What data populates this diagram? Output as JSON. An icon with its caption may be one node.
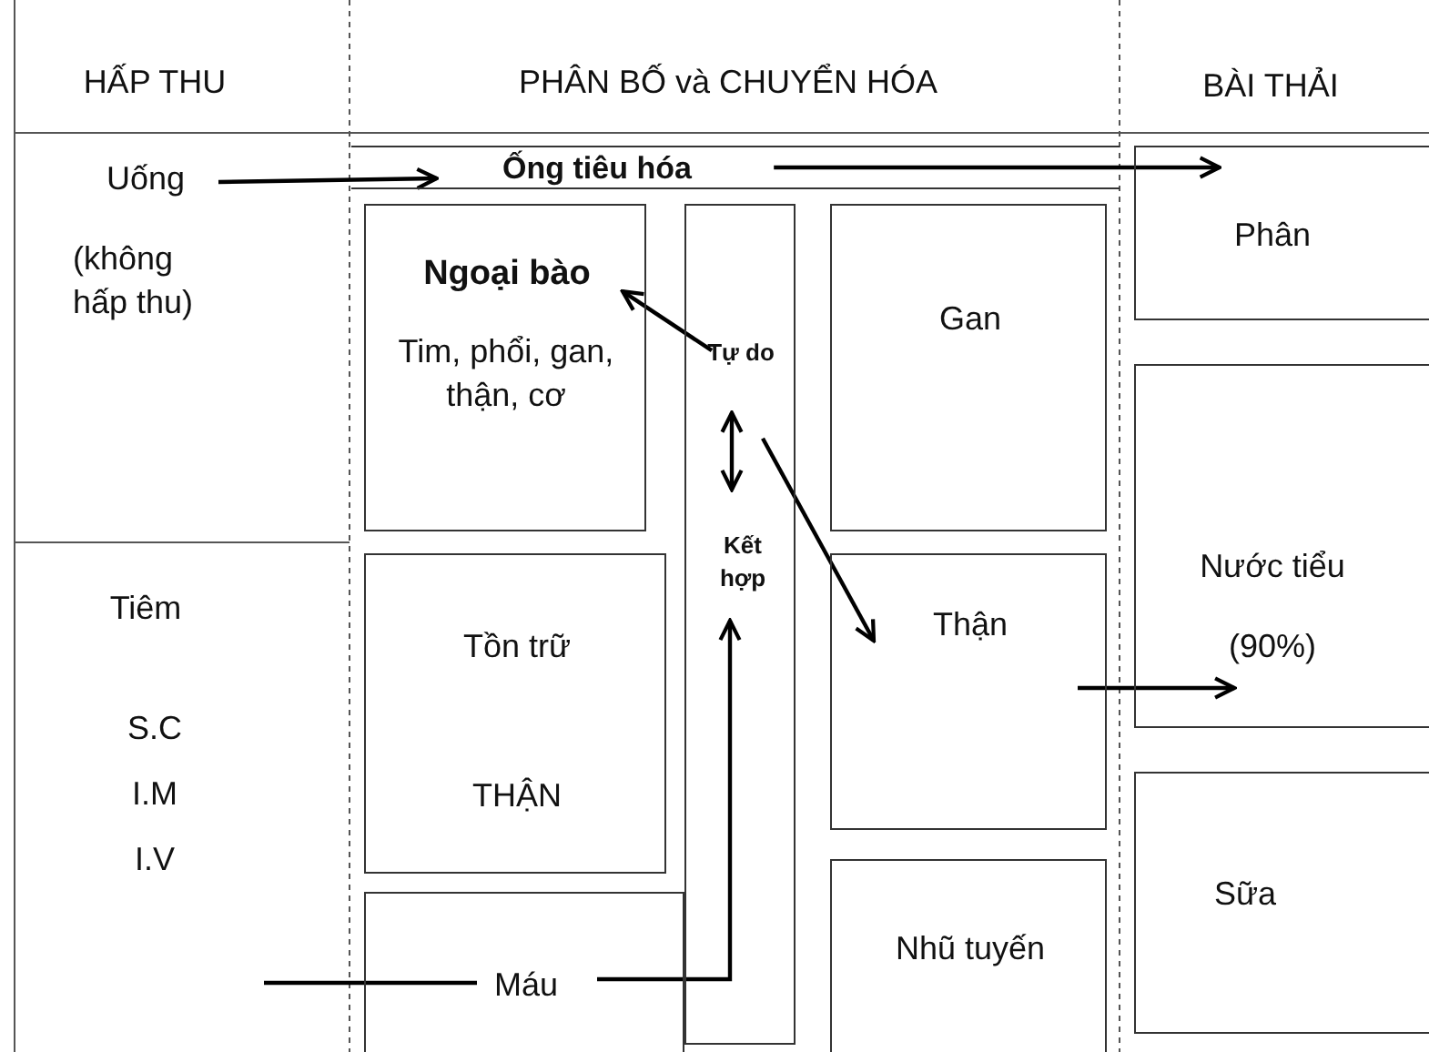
{
  "diagram": {
    "nodes": [
      {
        "text": [
          "Uống"
        ]
      },
      {
        "text": [
          "Ống tiêu hóa"
        ]
      },
      {
        "text": [
          "Ngoại bào",
          "Tim, phổi, gan, thận, cơ"
        ]
      },
      {
        "text": [],
        "shape": "box"
      },
      {
        "text": [
          "Tự do"
        ],
        "in": 3
      },
      {
        "text": [
          "Kết hợp"
        ],
        "in": 3
      },
      {
        "text": [
          "Gan"
        ]
      },
      {
        "text": [
          "Tồn trữ",
          "THẬN"
        ]
      },
      {
        "text": [
          "Thận"
        ]
      },
      {
        "text": [
          "Máu"
        ]
      },
      {
        "text": [
          "Nhũ tuyến"
        ]
      },
      {
        "text": [
          "Phân"
        ]
      },
      {
        "text": [
          "Nước tiểu",
          "(90%)"
        ]
      },
      {
        "text": [
          "Sữa"
        ]
      }
    ],
    "edges": [
      {
        "from": 0,
        "to": 1,
        "arrow": "to"
      },
      {
        "from": 1,
        "to": 11,
        "arrow": "to"
      },
      {
        "from": 4,
        "to": 2,
        "arrow": "to"
      },
      {
        "from": 4,
        "to": 5,
        "arrow": "both"
      },
      {
        "from": 4,
        "to": 8,
        "arrow": "to"
      },
      {
        "from": null,
        "to": 9,
        "arrow": "none"
      },
      {
        "from": 9,
        "to": 5,
        "arrow": "to"
      },
      {
        "from": 8,
        "to": 12,
        "arrow": "to"
      }
    ],
    "labels": [
      "HẤP THU",
      "PHÂN BỐ và CHUYỂN HÓA",
      "BÀI THẢI",
      "(không hấp thu)",
      "Tiêm",
      "S.C",
      "I.M",
      "I.V"
    ]
  }
}
